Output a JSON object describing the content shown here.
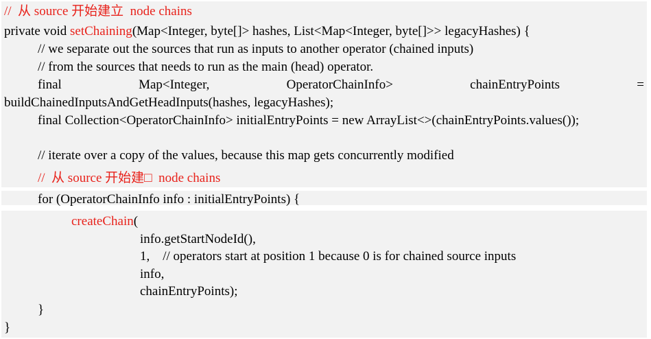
{
  "code": {
    "comment_top": "//  从 source 开始建立  node chains",
    "sig_prefix": "private void ",
    "sig_method": "setChaining",
    "sig_rest": "(Map<Integer, byte[]> hashes, List<Map<Integer, byte[]>> legacyHashes) {",
    "comment_1": "// we separate out the sources that run as inputs to another operator (chained inputs)",
    "comment_2": "// from the sources that needs to run as the main (head) operator.",
    "decl_words": [
      "final",
      "Map<Integer,",
      "OperatorChainInfo>",
      "chainEntryPoints",
      "="
    ],
    "decl_cont": "buildChainedInputsAndGetHeadInputs(hashes, legacyHashes);",
    "initial_entry": "final Collection<OperatorChainInfo> initialEntryPoints = new ArrayList<>(chainEntryPoints.values());",
    "comment_iterate": "// iterate over a copy of the values, because this map gets concurrently modified",
    "comment_red_2": "//  从 source 开始建□  node chains",
    "for_line": "for (OperatorChainInfo info : initialEntryPoints) {",
    "call_method": "createChain",
    "call_paren": "(",
    "arg_1": "info.getStartNodeId(),",
    "arg_2": "1,    // operators start at position 1 because 0 is for chained source inputs",
    "arg_3": "info,",
    "arg_4": "chainEntryPoints);",
    "close_inner": "}",
    "close_outer": "}"
  },
  "colors": {
    "background_block": "#f2f2f2",
    "comment_red": "#e8221b",
    "text": "#000000"
  }
}
